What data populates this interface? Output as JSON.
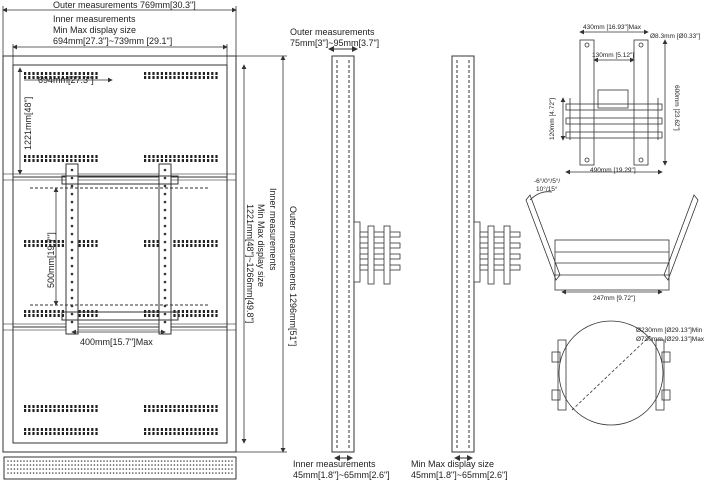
{
  "front": {
    "outer_width_label": "Outer measurements 769mm[30.3\"]",
    "inner_title": "Inner measurements",
    "inner_subtitle": "Min Max display size",
    "inner_width_label": "694mm[27.3\"]~739mm [29.1\"]",
    "top_inner_label": "694mm[27.3\"]",
    "section_height_label": "1221mm[48\"]",
    "vesa_height_label": "500mm[19.7\"]",
    "vesa_width_label": "400mm[15.7\"]Max",
    "inner_height_lines": [
      "Inner measurements",
      "Min Max display size",
      "1221mm[48\"]~1266mm[49.8\"]"
    ],
    "outer_height_label": "Outer measurements 1296mm[51\"]"
  },
  "side1": {
    "top_title": "Outer measurements",
    "top_value": "75mm[3\"]~95mm[3.7\"]",
    "bottom_title": "Inner measurements",
    "bottom_value": "45mm[1.8\"]~65mm[2.6\"]"
  },
  "side2": {
    "bottom_title": "Min Max display size",
    "bottom_value": "45mm[1.8\"]~65mm[2.6\"]"
  },
  "bracket": {
    "width_max": "430mm [16.93\"]Max",
    "hole": "Ø8.3mm [Ø0.33\"]",
    "inner_width": "130mm [5.12\"]",
    "height_right": "600mm [23.62\"]",
    "height_left": "120mm [4.72\"]",
    "base_width": "490mm [19.29\"]"
  },
  "tilt": {
    "angles": "-6°/0°/5°/",
    "angles2": "10°/15°",
    "width": "247mm [9.72\"]"
  },
  "rotation": {
    "min": "Ø230mm [Ø29.13\"]Min",
    "max": "Ø730mm [Ø29.13\"]Max"
  }
}
